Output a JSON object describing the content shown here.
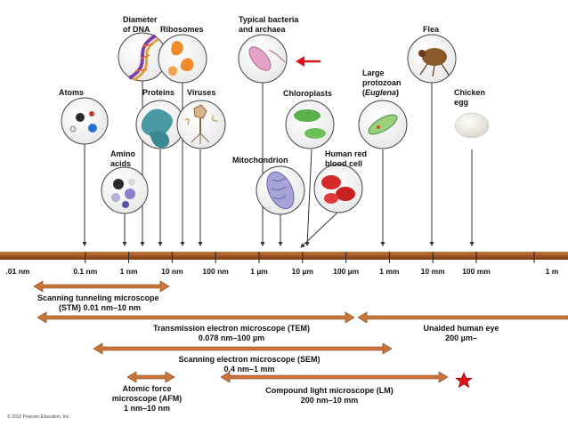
{
  "organisms": {
    "atoms": "Atoms",
    "amino_acids": [
      "Amino",
      "acids"
    ],
    "dna_diameter": [
      "Diameter",
      "of DNA"
    ],
    "ribosomes": "Ribosomes",
    "proteins": "Proteins",
    "viruses": "Viruses",
    "bacteria": [
      "Typical bacteria",
      "and archaea"
    ],
    "mitochondrion": "Mitochondrion",
    "chloroplasts": "Chloroplasts",
    "red_blood_cell": [
      "Human red",
      "blood cell"
    ],
    "protozoan": [
      "Large",
      "protozoan",
      "(Euglena)"
    ],
    "flea": "Flea",
    "chicken_egg": [
      "Chicken",
      "egg"
    ]
  },
  "scale": {
    "ticks": [
      ".01 nm",
      "0.1 nm",
      "1 nm",
      "10 nm",
      "100 nm",
      "1 µm",
      "10 µm",
      "100 µm",
      "1 mm",
      "10 mm",
      "100 mm",
      "1 m"
    ]
  },
  "microscopes": {
    "stm": [
      "Scanning tunneling microscope",
      "(STM) 0.01 nm–10 nm"
    ],
    "tem": [
      "Transmission electron microscope (TEM)",
      "0.078 nm–100 µm"
    ],
    "eye": [
      "Unaided human eye",
      "200 µm–"
    ],
    "sem": [
      "Scanning electron microscope (SEM)",
      "0.4 nm–1 mm"
    ],
    "afm": [
      "Atomic force",
      "microscope (AFM)",
      "1 nm–10 nm"
    ],
    "lm": [
      "Compound light microscope (LM)",
      "200 nm–10 mm"
    ]
  },
  "copyright": "© 2012 Pearson Education, Inc.",
  "colors": {
    "axis": "#a0521b",
    "arrow": "#a0521b",
    "highlight_arrow": "#e0131a",
    "star": "#e0131a"
  }
}
